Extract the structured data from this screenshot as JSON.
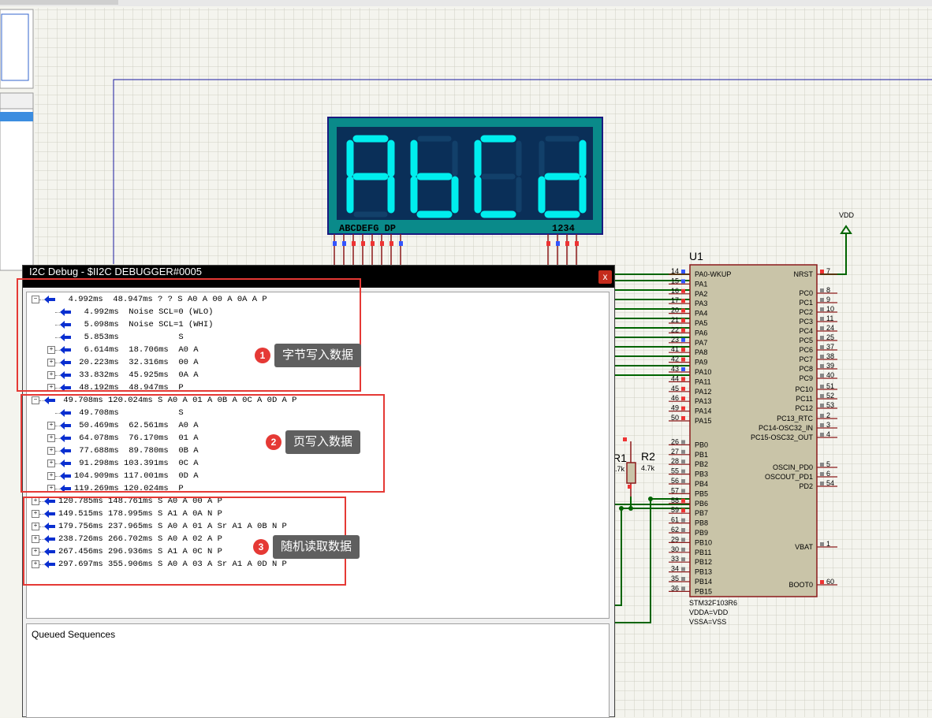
{
  "display": {
    "chars": [
      "A",
      "b",
      "C",
      "d"
    ],
    "segment_label": "ABCDEFG DP",
    "digit_label": "1234",
    "body_color": "#0a8a8a",
    "glyph_color": "#00eeee"
  },
  "labels": {
    "vdd": "VDD",
    "chip_name": "U1",
    "r1": "R1",
    "r2": "R2",
    "r1_value": ".7k",
    "r2_value": "4.7k"
  },
  "chip": {
    "part": "STM32F103R6",
    "vdda": "VDDA=VDD",
    "vssa": "VSSA=VSS",
    "left_pins": [
      {
        "num": "14",
        "name": "PA0-WKUP",
        "color": "#3355ff"
      },
      {
        "num": "15",
        "name": "PA1",
        "color": "#3355ff"
      },
      {
        "num": "16",
        "name": "PA2",
        "color": "#ee3333"
      },
      {
        "num": "17",
        "name": "PA3",
        "color": "#ee3333"
      },
      {
        "num": "20",
        "name": "PA4",
        "color": "#ee3333"
      },
      {
        "num": "21",
        "name": "PA5",
        "color": "#ee3333"
      },
      {
        "num": "22",
        "name": "PA6",
        "color": "#ee3333"
      },
      {
        "num": "23",
        "name": "PA7",
        "color": "#3355ff"
      },
      {
        "num": "41",
        "name": "PA8",
        "color": "#ee3333"
      },
      {
        "num": "42",
        "name": "PA9",
        "color": "#ee3333"
      },
      {
        "num": "43",
        "name": "PA10",
        "color": "#3355ff"
      },
      {
        "num": "44",
        "name": "PA11",
        "color": "#ee3333"
      },
      {
        "num": "45",
        "name": "PA12",
        "color": "#ee3333"
      },
      {
        "num": "46",
        "name": "PA13",
        "color": "#ee3333"
      },
      {
        "num": "49",
        "name": "PA14",
        "color": "#ee3333"
      },
      {
        "num": "50",
        "name": "PA15",
        "color": "#ee3333"
      },
      {
        "num": "26",
        "name": "PB0",
        "color": "#888888"
      },
      {
        "num": "27",
        "name": "PB1",
        "color": "#888888"
      },
      {
        "num": "28",
        "name": "PB2",
        "color": "#888888"
      },
      {
        "num": "55",
        "name": "PB3",
        "color": "#888888"
      },
      {
        "num": "56",
        "name": "PB4",
        "color": "#888888"
      },
      {
        "num": "57",
        "name": "PB5",
        "color": "#888888"
      },
      {
        "num": "58",
        "name": "PB6",
        "color": "#ee3333"
      },
      {
        "num": "59",
        "name": "PB7",
        "color": "#ee3333"
      },
      {
        "num": "61",
        "name": "PB8",
        "color": "#888888"
      },
      {
        "num": "62",
        "name": "PB9",
        "color": "#888888"
      },
      {
        "num": "29",
        "name": "PB10",
        "color": "#888888"
      },
      {
        "num": "30",
        "name": "PB11",
        "color": "#888888"
      },
      {
        "num": "33",
        "name": "PB12",
        "color": "#888888"
      },
      {
        "num": "34",
        "name": "PB13",
        "color": "#888888"
      },
      {
        "num": "35",
        "name": "PB14",
        "color": "#888888"
      },
      {
        "num": "36",
        "name": "PB15",
        "color": "#888888"
      }
    ],
    "right_pins": [
      {
        "num": "7",
        "name": "NRST",
        "color": "#ee3333"
      },
      {
        "num": "8",
        "name": "PC0",
        "color": "#888888"
      },
      {
        "num": "9",
        "name": "PC1",
        "color": "#888888"
      },
      {
        "num": "10",
        "name": "PC2",
        "color": "#888888"
      },
      {
        "num": "11",
        "name": "PC3",
        "color": "#888888"
      },
      {
        "num": "24",
        "name": "PC4",
        "color": "#888888"
      },
      {
        "num": "25",
        "name": "PC5",
        "color": "#888888"
      },
      {
        "num": "37",
        "name": "PC6",
        "color": "#888888"
      },
      {
        "num": "38",
        "name": "PC7",
        "color": "#888888"
      },
      {
        "num": "39",
        "name": "PC8",
        "color": "#888888"
      },
      {
        "num": "40",
        "name": "PC9",
        "color": "#888888"
      },
      {
        "num": "51",
        "name": "PC10",
        "color": "#888888"
      },
      {
        "num": "52",
        "name": "PC11",
        "color": "#888888"
      },
      {
        "num": "53",
        "name": "PC12",
        "color": "#888888"
      },
      {
        "num": "2",
        "name": "PC13_RTC",
        "color": "#888888"
      },
      {
        "num": "3",
        "name": "PC14-OSC32_IN",
        "color": "#888888"
      },
      {
        "num": "4",
        "name": "PC15-OSC32_OUT",
        "color": "#888888"
      },
      {
        "num": "5",
        "name": "OSCIN_PD0",
        "color": "#888888"
      },
      {
        "num": "6",
        "name": "OSCOUT_PD1",
        "color": "#888888"
      },
      {
        "num": "54",
        "name": "PD2",
        "color": "#888888"
      },
      {
        "num": "1",
        "name": "VBAT",
        "color": "#888888"
      },
      {
        "num": "60",
        "name": "BOOT0",
        "color": "#ee3333"
      }
    ]
  },
  "debug_window": {
    "title": "I2C Debug - $II2C DEBUGGER#0005",
    "close_label": "x",
    "queued_label": "Queued Sequences",
    "rows": [
      {
        "level": 0,
        "expander": "minus",
        "text": "  4.992ms  48.947ms ? ? S A0 A 00 A 0A A P"
      },
      {
        "level": 1,
        "expander": "none",
        "text": "  4.992ms  Noise SCL=0 (WLO)"
      },
      {
        "level": 1,
        "expander": "none",
        "text": "  5.098ms  Noise SCL=1 (WHI)"
      },
      {
        "level": 1,
        "expander": "none",
        "text": "  5.853ms            S"
      },
      {
        "level": 1,
        "expander": "plus",
        "text": "  6.614ms  18.706ms  A0 A"
      },
      {
        "level": 1,
        "expander": "plus",
        "text": " 20.223ms  32.316ms  00 A"
      },
      {
        "level": 1,
        "expander": "plus",
        "text": " 33.832ms  45.925ms  0A A"
      },
      {
        "level": 1,
        "expander": "plus",
        "text": " 48.192ms  48.947ms  P"
      },
      {
        "level": 0,
        "expander": "minus",
        "text": " 49.708ms 120.024ms S A0 A 01 A 0B A 0C A 0D A P"
      },
      {
        "level": 1,
        "expander": "none",
        "text": " 49.708ms            S"
      },
      {
        "level": 1,
        "expander": "plus",
        "text": " 50.469ms  62.561ms  A0 A"
      },
      {
        "level": 1,
        "expander": "plus",
        "text": " 64.078ms  76.170ms  01 A"
      },
      {
        "level": 1,
        "expander": "plus",
        "text": " 77.688ms  89.780ms  0B A"
      },
      {
        "level": 1,
        "expander": "plus",
        "text": " 91.298ms 103.391ms  0C A"
      },
      {
        "level": 1,
        "expander": "plus",
        "text": "104.909ms 117.001ms  0D A"
      },
      {
        "level": 1,
        "expander": "plus",
        "text": "119.269ms 120.024ms  P"
      },
      {
        "level": 0,
        "expander": "plus",
        "text": "120.785ms 148.761ms S A0 A 00 A P"
      },
      {
        "level": 0,
        "expander": "plus",
        "text": "149.515ms 178.995ms S A1 A 0A N P"
      },
      {
        "level": 0,
        "expander": "plus",
        "text": "179.756ms 237.965ms S A0 A 01 A Sr A1 A 0B N P"
      },
      {
        "level": 0,
        "expander": "plus",
        "text": "238.726ms 266.702ms S A0 A 02 A P"
      },
      {
        "level": 0,
        "expander": "plus",
        "text": "267.456ms 296.936ms S A1 A 0C N P"
      },
      {
        "level": 0,
        "expander": "plus",
        "text": "297.697ms 355.906ms S A0 A 03 A Sr A1 A 0D N P"
      }
    ]
  },
  "annotations": [
    {
      "number": "1",
      "label": "字节写入数据"
    },
    {
      "number": "2",
      "label": "页写入数据"
    },
    {
      "number": "3",
      "label": "随机读取数据"
    }
  ],
  "colors": {
    "wire": "#006400",
    "chip_fill": "#c9c4a8",
    "chip_border": "#8b1a1a",
    "highlight": "#e53935",
    "grid": "#cfcfc4"
  }
}
